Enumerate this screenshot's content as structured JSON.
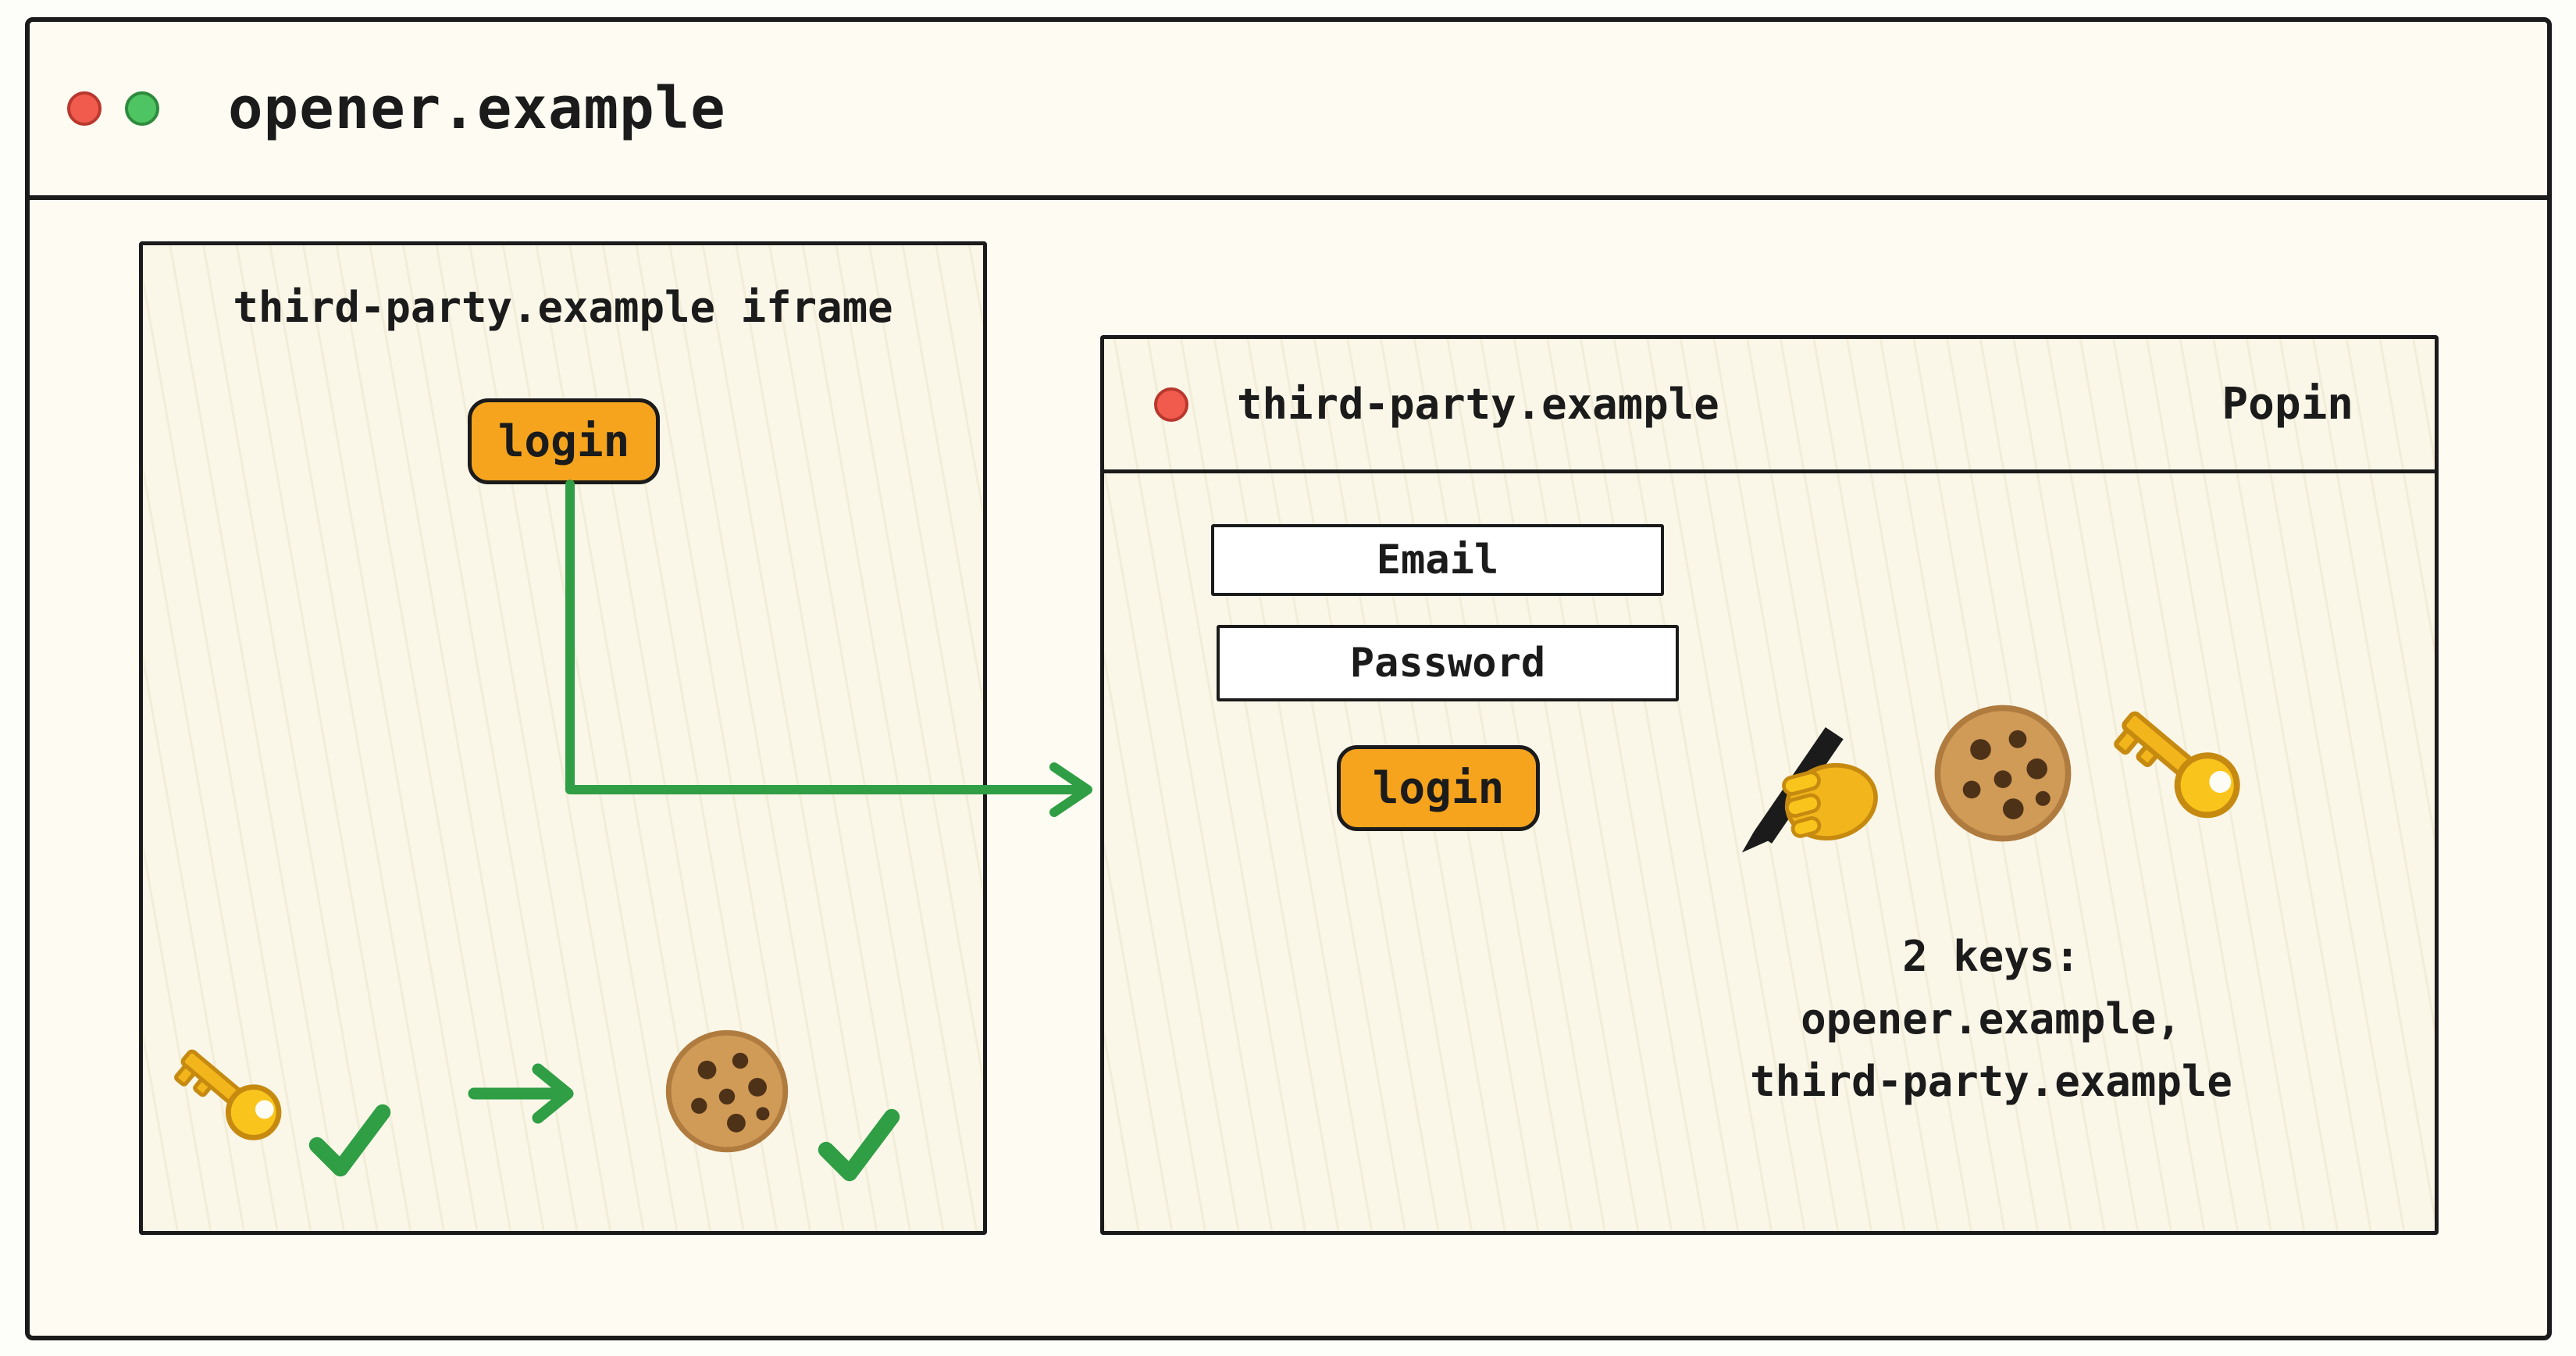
{
  "window": {
    "title": "opener.example"
  },
  "iframe_panel": {
    "label": "third-party.example iframe",
    "login_button_label": "login",
    "status_icons": [
      "key-icon",
      "checkmark-icon",
      "arrow-right-icon",
      "cookie-icon",
      "checkmark-icon"
    ]
  },
  "popin": {
    "titlebar": {
      "title": "third-party.example",
      "window_type": "Popin"
    },
    "form": {
      "email_label": "Email",
      "password_label": "Password",
      "login_button_label": "login"
    },
    "result_icons": [
      "writing-hand-icon",
      "cookie-icon",
      "key-icon"
    ],
    "keys_note": {
      "line1": "2 keys:",
      "line2": "opener.example,",
      "line3": "third-party.example"
    }
  },
  "colors": {
    "ink": "#1B1B1B",
    "panel_cream": "#FAF7E9",
    "button_orange": "#F6A41E",
    "flow_green": "#2F9E44",
    "traffic_red": "#F15B4E",
    "traffic_green": "#4FC462",
    "key_gold": "#F2B61C",
    "cookie_brown": "#D09A57",
    "field_white": "#FFFFFF"
  }
}
